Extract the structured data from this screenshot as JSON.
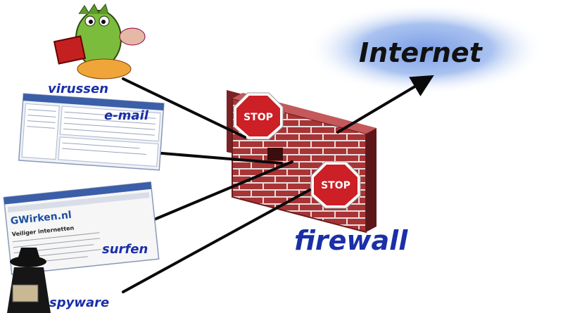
{
  "colors": {
    "label_blue": "#1a2fa8",
    "cloud_blue": "#9ab6ee",
    "brick_red": "#a83436",
    "stop_red": "#cc1f26",
    "arrow_black": "#0a0a0a"
  },
  "internet": {
    "label": "Internet",
    "icon": "cloud"
  },
  "firewall": {
    "label": "firewall",
    "icon": "brick-wall"
  },
  "stop_signs": [
    {
      "text": "STOP"
    },
    {
      "text": "STOP"
    }
  ],
  "sources": [
    {
      "label": "virussen",
      "icon": "virus-monster-icon"
    },
    {
      "label": "e-mail",
      "icon": "email-client-screenshot"
    },
    {
      "label": "surfen",
      "icon": "browser-screenshot"
    },
    {
      "label": "spyware",
      "icon": "spy-silhouette-icon"
    }
  ],
  "browser_thumb": {
    "site": "GWirken.nl",
    "heading": "Veiliger internetten"
  }
}
